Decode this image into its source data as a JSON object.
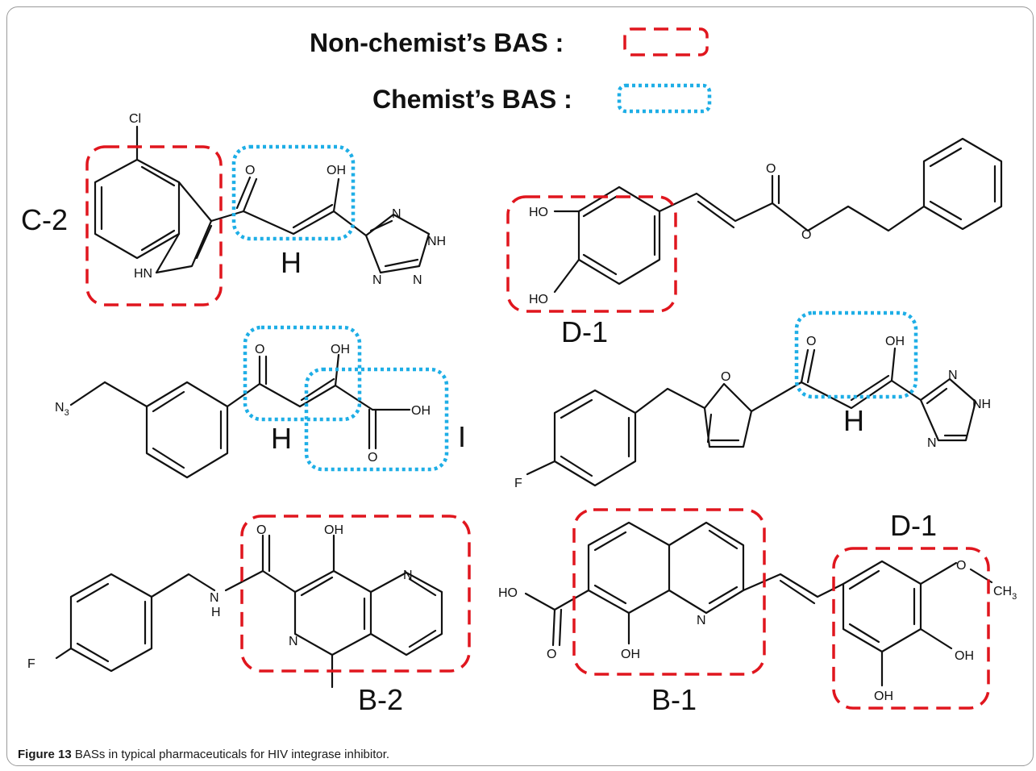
{
  "legend": {
    "non_chemist": "Non-chemist’s BAS :",
    "chemist": "Chemist’s BAS :",
    "non_chemist_color": "#e0161e",
    "chemist_color": "#1eaee6"
  },
  "labels": {
    "c2": "C-2",
    "h1": "H",
    "d1_top": "D-1",
    "h2": "H",
    "i": "I",
    "h3": "H",
    "b2": "B-2",
    "b1": "B-1",
    "d1_bottom": "D-1"
  },
  "atoms": {
    "cl": "Cl",
    "o": "O",
    "oh": "OH",
    "ho": "HO",
    "n": "N",
    "nh": "NH",
    "hn": "HN",
    "h": "H",
    "f": "F",
    "n3": "N",
    "n3_sub": "3",
    "ch3": "CH",
    "ch3_sub": "3"
  },
  "caption": {
    "label": "Figure 13",
    "text": "BASs in typical pharmaceuticals for HIV integrase inhibitor."
  }
}
